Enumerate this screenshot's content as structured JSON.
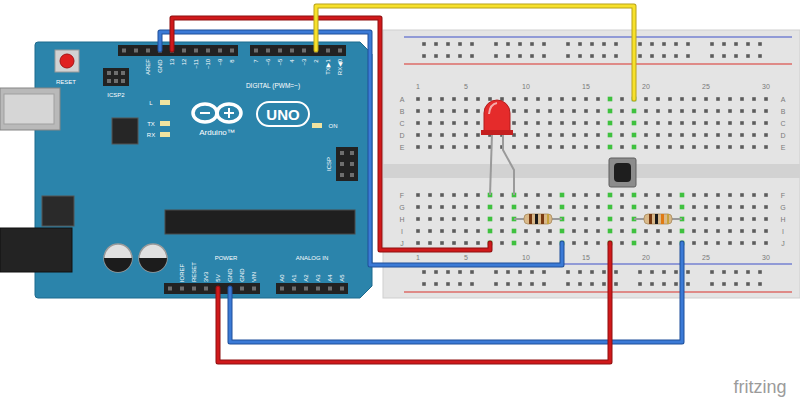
{
  "diagram": {
    "labels": [
      "RESET",
      "ICSP2",
      "AREF",
      "GND",
      "13",
      "12",
      "~11",
      "~10",
      "~9",
      "8",
      "7",
      "~6",
      "~5",
      "4",
      "~3",
      "2",
      "TX▶1",
      "RX◀0",
      "DIGITAL (PWM=~)",
      "L",
      "TX",
      "RX",
      "UNO",
      "Arduino™",
      "ON",
      "ICSP",
      "IOREF",
      "RESET",
      "3V3",
      "5V",
      "GND",
      "GND",
      "VIN",
      "POWER",
      "ANALOG IN",
      "A0",
      "A1",
      "A2",
      "A3",
      "A4",
      "A5",
      "1",
      "5",
      "10",
      "15",
      "20",
      "25",
      "30",
      "A",
      "B",
      "C",
      "D",
      "E",
      "F",
      "G",
      "H",
      "I",
      "J",
      "A",
      "B",
      "C",
      "D",
      "E",
      "F",
      "G",
      "H",
      "I",
      "J",
      "1",
      "5",
      "10",
      "15",
      "20",
      "25",
      "30",
      "fritzing"
    ]
  }
}
